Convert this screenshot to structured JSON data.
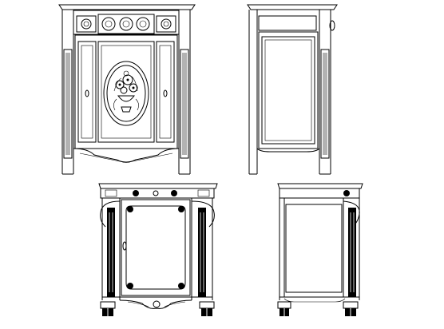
{
  "drawing": {
    "views": [
      {
        "id": "front-elevation",
        "kind": "front"
      },
      {
        "id": "side-elevation",
        "kind": "side"
      },
      {
        "id": "front-perspective",
        "kind": "front-perspective"
      },
      {
        "id": "side-perspective",
        "kind": "side-perspective"
      }
    ],
    "colors": {
      "line": "#000000",
      "background": "#ffffff"
    }
  }
}
